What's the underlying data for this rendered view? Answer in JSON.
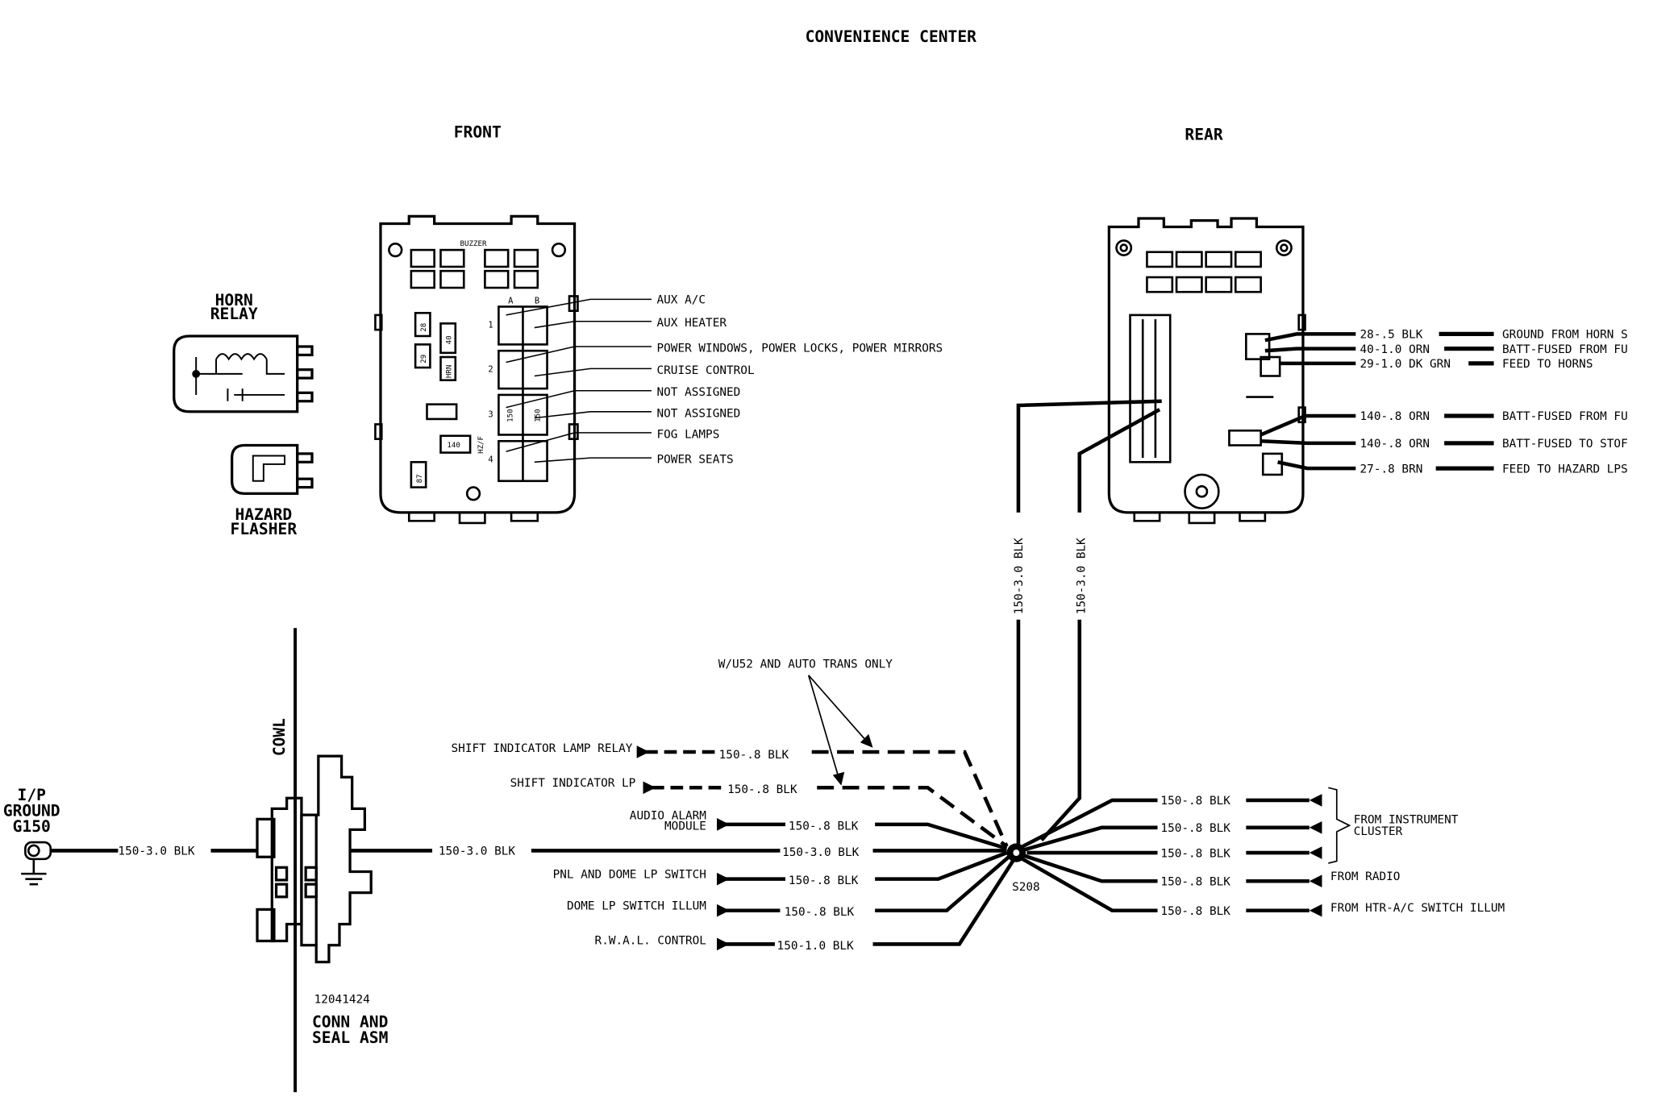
{
  "title": "CONVENIENCE CENTER",
  "front": {
    "label": "FRONT",
    "buzzer": "BUZZER",
    "col_a": "A",
    "col_b": "B",
    "rows": [
      "1",
      "2",
      "3",
      "4"
    ],
    "relay_labels": [
      "28",
      "40",
      "29",
      "HRN",
      "150",
      "150",
      "140",
      "HZ/F",
      "87"
    ],
    "callouts": [
      "AUX A/C",
      "AUX HEATER",
      "POWER WINDOWS, POWER LOCKS, POWER MIRRORS",
      "CRUISE CONTROL",
      "NOT ASSIGNED",
      "NOT ASSIGNED",
      "FOG LAMPS",
      "POWER SEATS"
    ]
  },
  "rear": {
    "label": "REAR",
    "wires": [
      {
        "wire": "28-.5 BLK",
        "desc": "GROUND FROM HORN S"
      },
      {
        "wire": "40-1.0 ORN",
        "desc": "BATT-FUSED FROM FU"
      },
      {
        "wire": "29-1.0 DK GRN",
        "desc": "FEED TO HORNS"
      },
      {
        "wire": "140-.8 ORN",
        "desc": "BATT-FUSED FROM FU"
      },
      {
        "wire": "140-.8 ORN",
        "desc": "BATT-FUSED TO STOF"
      },
      {
        "wire": "27-.8 BRN",
        "desc": "FEED TO HAZARD LPS"
      }
    ]
  },
  "horn_relay": "HORN RELAY",
  "hazard_flasher": "HAZARD FLASHER",
  "cowl": "COWL",
  "ground": {
    "line1": "I/P",
    "line2": "GROUND",
    "line3": "G150"
  },
  "connector": {
    "part_number": "12041424",
    "line1": "CONN AND",
    "line2": "SEAL ASM"
  },
  "splice": "S208",
  "note": "W/U52 AND AUTO TRANS ONLY",
  "vertical_wires": [
    "150-3.0 BLK",
    "150-3.0 BLK"
  ],
  "left_wires": [
    {
      "label": "SHIFT INDICATOR LAMP RELAY",
      "wire": "150-.8 BLK"
    },
    {
      "label": "SHIFT INDICATOR LP",
      "wire": "150-.8 BLK"
    },
    {
      "label": "AUDIO ALARM MODULE",
      "wire": "150-.8 BLK"
    },
    {
      "label": "",
      "wire": "150-3.0 BLK"
    },
    {
      "label": "PNL AND DOME LP SWITCH",
      "wire": "150-.8 BLK"
    },
    {
      "label": "DOME LP SWITCH ILLUM",
      "wire": "150-.8 BLK"
    },
    {
      "label": "R.W.A.L. CONTROL",
      "wire": "150-1.0 BLK"
    }
  ],
  "ground_wires": [
    "150-3.0 BLK",
    "150-3.0 BLK"
  ],
  "right_wires": [
    "150-.8 BLK",
    "150-.8 BLK",
    "150-.8 BLK",
    "150-.8 BLK",
    "150-.8 BLK"
  ],
  "right_labels": [
    "FROM INSTRUMENT",
    "CLUSTER",
    "FROM RADIO",
    "FROM HTR-A/C SWITCH ILLUM"
  ]
}
